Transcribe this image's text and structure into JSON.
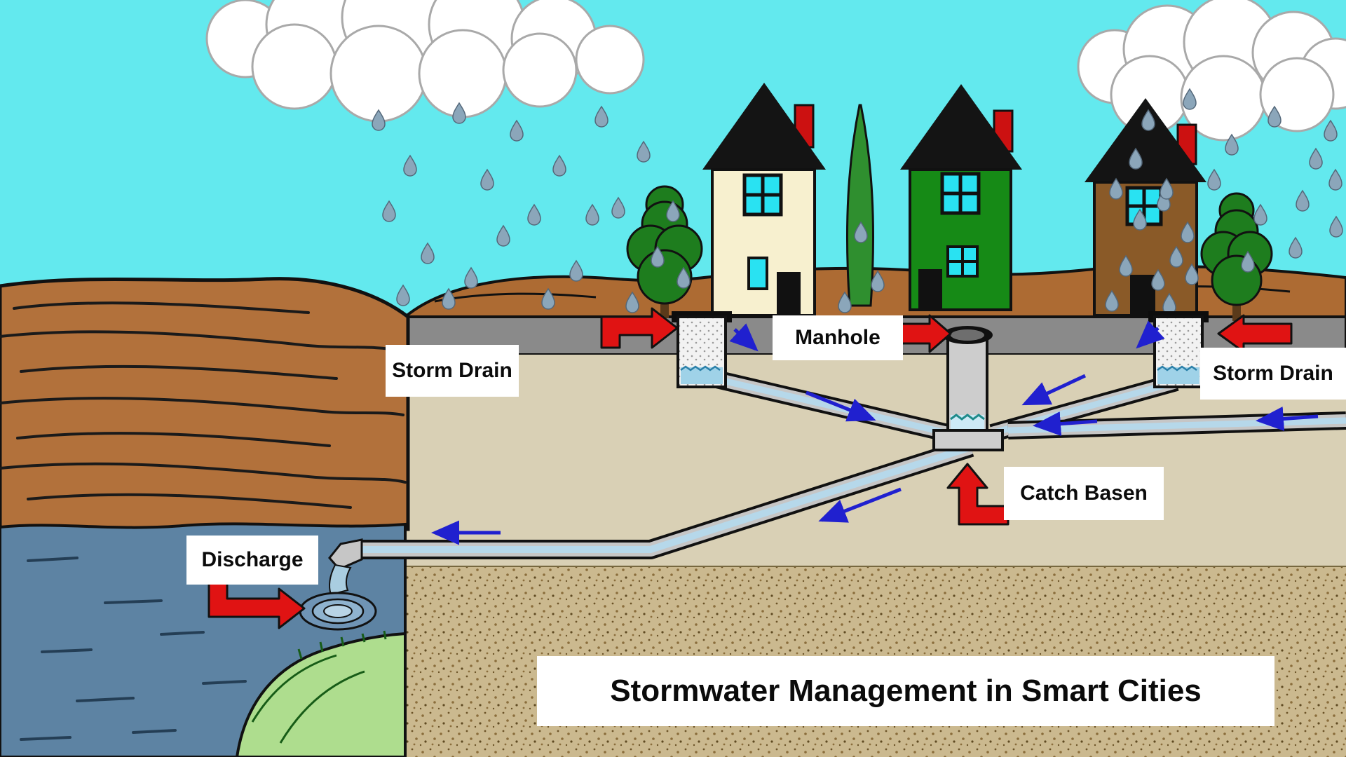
{
  "diagram": {
    "title": "Stormwater Management in Smart Cities",
    "labels": {
      "storm_drain_left": "Storm Drain",
      "manhole": "Manhole",
      "storm_drain_right": "Storm Drain",
      "catch_basin": "Catch Basen",
      "discharge": "Discharge"
    },
    "colors": {
      "sky": "#63e9ee",
      "cloud": "#ffffff",
      "rain_drop": "#8ba6ba",
      "terrain_brown": "#b2713b",
      "road_gray": "#8a8a8a",
      "subsoil_tan": "#d9d0b5",
      "deep_soil": "#cbb98f",
      "river_water": "#5d83a3",
      "bank_green": "#aedd8e",
      "pipe_water": "#b6d8ea",
      "arrow_red": "#e01313",
      "arrow_blue": "#2020cf",
      "house_cream": "#f7f0cf",
      "house_green": "#168a16",
      "house_brown": "#8a5a28",
      "window_cyan": "#29e2f2"
    }
  }
}
